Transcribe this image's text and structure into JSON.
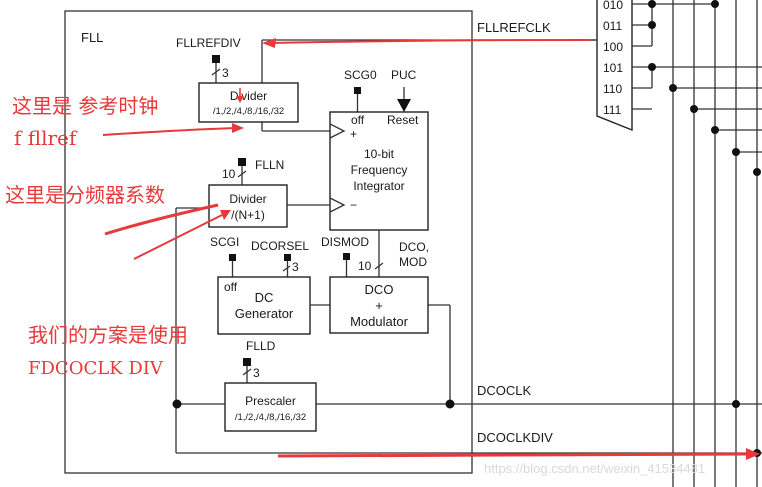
{
  "diagram": {
    "fll_label": "FLL",
    "fllrefdiv": "FLLREFDIV",
    "fllrefclk": "FLLREFCLK",
    "bus3a": "3",
    "divider1": {
      "title": "Divider",
      "sub": "/1,/2,/4,/8,/16,/32"
    },
    "scg0": "SCG0",
    "puc": "PUC",
    "integrator": {
      "off": "off",
      "reset": "Reset",
      "plus": "+",
      "minus": "−",
      "l1": "10-bit",
      "l2": "Frequency",
      "l3": "Integrator"
    },
    "flln": "FLLN",
    "bus10a": "10",
    "divider2": {
      "title": "Divider",
      "sub": "/(N+1)"
    },
    "scg1": "SCGI",
    "dcorsel": "DCORSEL",
    "bus3b": "3",
    "dismod": "DISMOD",
    "bus10b": "10",
    "dcomod1": "DCO,",
    "dcomod2": "MOD",
    "dcgen": {
      "off": "off",
      "l1": "DC",
      "l2": "Generator"
    },
    "dcomodulator": {
      "l1": "DCO",
      "l2": "+",
      "l3": "Modulator"
    },
    "flld": "FLLD",
    "bus3c": "3",
    "prescaler": {
      "title": "Prescaler",
      "sub": "/1,/2,/4,/8,/16,/32"
    },
    "dcoclk": "DCOCLK",
    "dcoclkdiv": "DCOCLKDIV",
    "mux_inputs": [
      "010",
      "011",
      "100",
      "101",
      "110",
      "111"
    ]
  },
  "annotations": {
    "note1_line1": "这里是 参考时钟",
    "note1_line2": "f fllref",
    "note2": "这里是分频器系数",
    "note3_line1": "我们的方案是使用",
    "note3_line2": "FDCOCLK DIV"
  },
  "watermark": "https://blog.csdn.net/weixin_41534481",
  "colors": {
    "annotation": "#e8393b",
    "line": "#333333"
  }
}
